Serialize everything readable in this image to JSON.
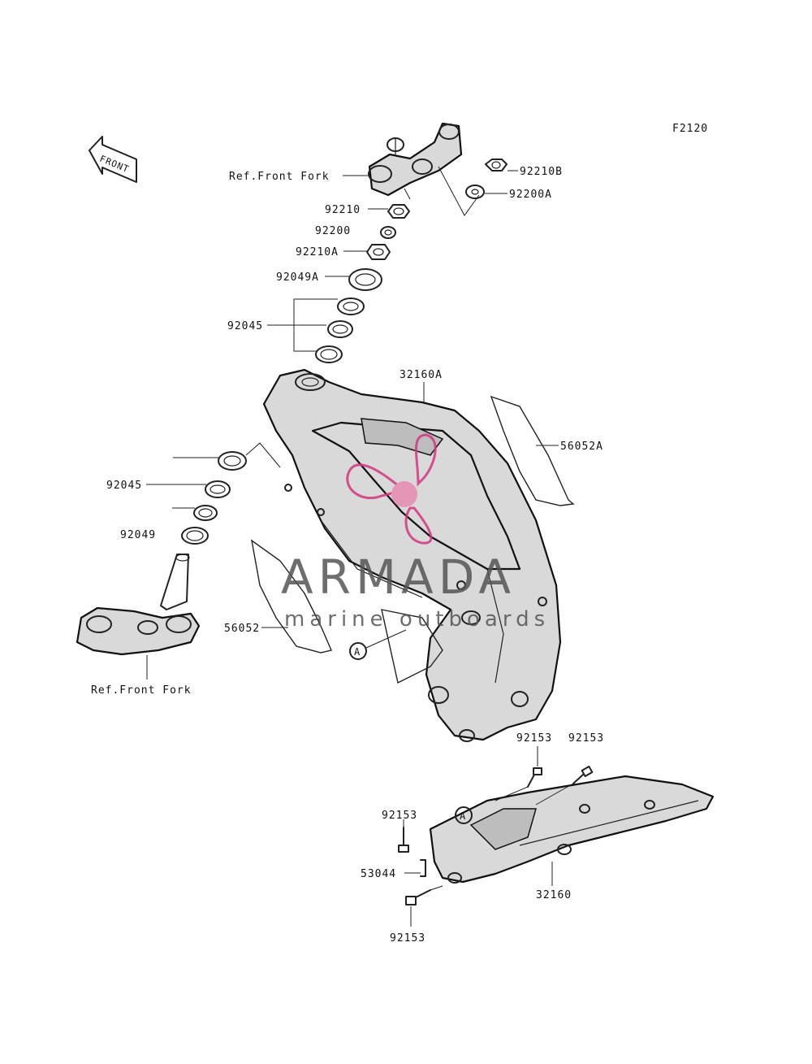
{
  "diagram": {
    "code": "F2120",
    "front_arrow_text": "FRONT",
    "ref_labels": {
      "top": "Ref.Front Fork",
      "bottom": "Ref.Front Fork"
    },
    "labels": {
      "p92210B": "92210B",
      "p92200A": "92200A",
      "p92210": "92210",
      "p92200": "92200",
      "p92210A": "92210A",
      "p92049A": "92049A",
      "p92045_top": "92045",
      "p32160A": "32160A",
      "p56052A": "56052A",
      "p92045_bot": "92045",
      "p92049": "92049",
      "p56052": "56052",
      "refA_1": "A",
      "refA_2": "A",
      "p92153_a": "92153",
      "p92153_b": "92153",
      "p92153_c": "92153",
      "p92153_d": "92153",
      "p53044": "53044",
      "p32160": "32160"
    }
  },
  "watermark": {
    "brand": "ARMADA",
    "tagline": "marine outboards",
    "color": "#d4357f"
  }
}
